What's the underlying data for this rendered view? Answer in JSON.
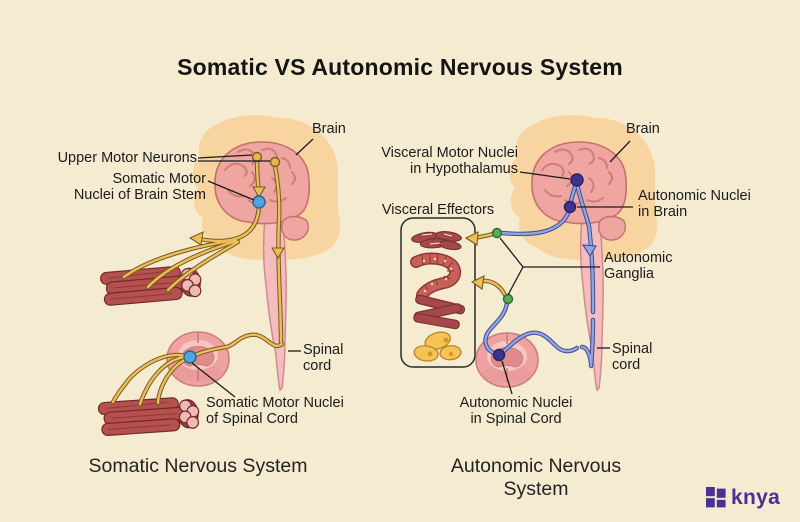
{
  "title": "Somatic VS Autonomic Nervous System",
  "left": {
    "caption": "Somatic Nervous System",
    "labels": {
      "brain": "Brain",
      "upper_motor_neurons": "Upper Motor Neurons",
      "somatic_motor_nuclei_brainstem": [
        "Somatic Motor",
        "Nuclei of Brain Stem"
      ],
      "spinal_cord": [
        "Spinal",
        "cord"
      ],
      "somatic_motor_nuclei_spinal": [
        "Somatic Motor Nuclei",
        "of Spinal Cord"
      ]
    }
  },
  "right": {
    "caption": "Autonomic Nervous System",
    "labels": {
      "brain": "Brain",
      "visceral_motor_nuclei": [
        "Visceral Motor Nuclei",
        "in Hypothalamus"
      ],
      "autonomic_nuclei_brain": [
        "Autonomic Nuclei",
        "in Brain"
      ],
      "visceral_effectors": "Visceral Effectors",
      "autonomic_ganglia": [
        "Autonomic",
        "Ganglia"
      ],
      "spinal_cord": [
        "Spinal",
        "cord"
      ],
      "autonomic_nuclei_spinal": [
        "Autonomic Nuclei",
        "in Spinal Cord"
      ]
    }
  },
  "logo": {
    "text": "knya"
  },
  "colors": {
    "background": "#F5EBD1",
    "head": "#F8D5A0",
    "brain": "#EFA5A0",
    "somatic_fiber": "#ECBE5C",
    "autonomic_fiber": "#93A5DC",
    "ganglion_dot": "#5FA857",
    "somatic_nucleus_dot": "#52A5DC",
    "autonomic_nucleus_dot": "#3F3291",
    "muscle": "#B5504E",
    "gland": "#F4C455",
    "logo": "#4A3093"
  }
}
